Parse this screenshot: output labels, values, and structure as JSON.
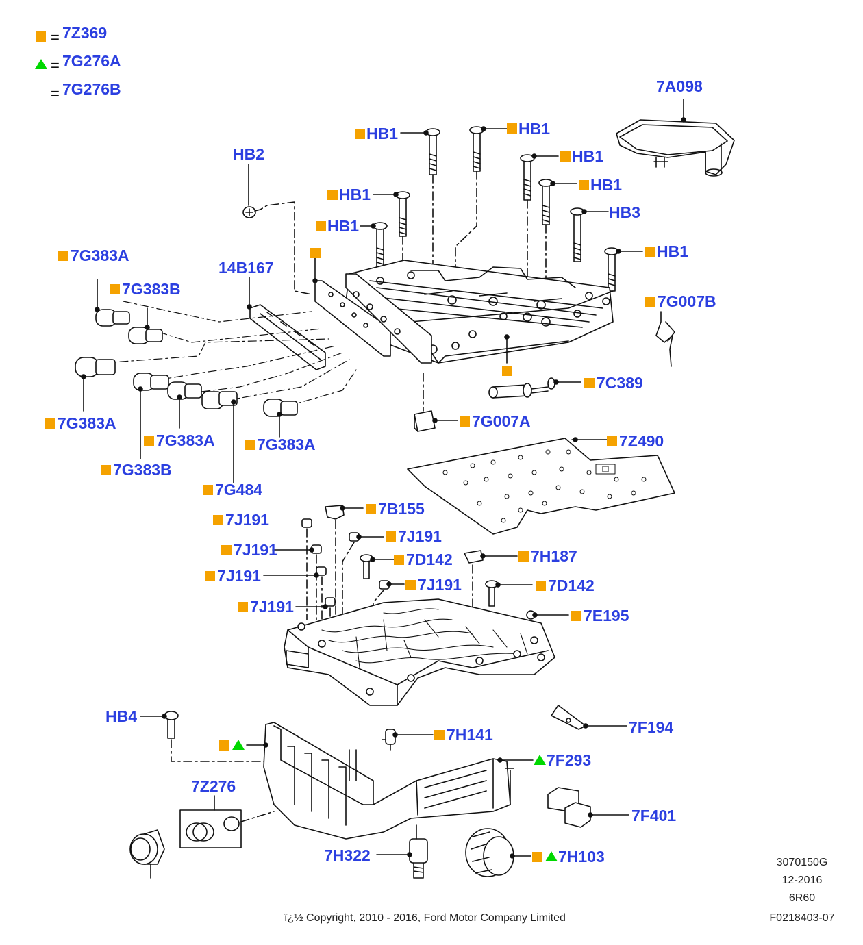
{
  "legend": {
    "square_code": "7Z369",
    "triangle_code": "7G276A",
    "plain_code": "7G276B",
    "equals": "="
  },
  "labels": {
    "l_7a098": "7A098",
    "l_hb1_a": "HB1",
    "l_hb1_b": "HB1",
    "l_hb1_c": "HB1",
    "l_hb1_d": "HB1",
    "l_hb1_e": "HB1",
    "l_hb1_f": "HB1",
    "l_hb1_g": "HB1",
    "l_hb2": "HB2",
    "l_hb3": "HB3",
    "l_hb4": "HB4",
    "l_14b167": "14B167",
    "l_7g383a_1": "7G383A",
    "l_7g383b_1": "7G383B",
    "l_7g383a_2": "7G383A",
    "l_7g383a_3": "7G383A",
    "l_7g383a_4": "7G383A",
    "l_7g383b_2": "7G383B",
    "l_7g484": "7G484",
    "l_7g007b": "7G007B",
    "l_7c389": "7C389",
    "l_7g007a": "7G007A",
    "l_7z490": "7Z490",
    "l_7b155": "7B155",
    "l_7j191_1": "7J191",
    "l_7j191_2": "7J191",
    "l_7j191_3": "7J191",
    "l_7j191_4": "7J191",
    "l_7j191_5": "7J191",
    "l_7j191_6": "7J191",
    "l_7d142_1": "7D142",
    "l_7d142_2": "7D142",
    "l_7h187": "7H187",
    "l_7e195": "7E195",
    "l_7h141": "7H141",
    "l_7f194": "7F194",
    "l_7f293": "7F293",
    "l_7z276": "7Z276",
    "l_7f401": "7F401",
    "l_7h322": "7H322",
    "l_7h103": "7H103"
  },
  "footer": {
    "copyright": "ï¿½ Copyright, 2010 - 2016, Ford Motor Company Limited",
    "code": "3070150G",
    "date": "12-2016",
    "model": "6R60",
    "figure": "F0218403-07"
  },
  "colors": {
    "label_blue": "#2b3fe0",
    "marker_orange": "#f5a200",
    "marker_green": "#00d800",
    "line": "#111111"
  }
}
